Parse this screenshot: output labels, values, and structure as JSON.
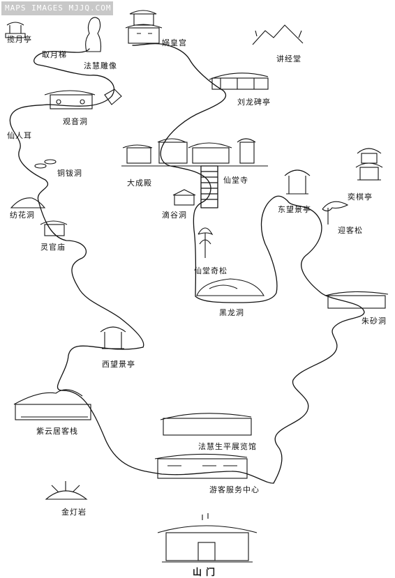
{
  "watermark": "MAPS IMAGES MJJQ.COM",
  "locations": {
    "lanyue_pavilion": "揽月亭",
    "quyue_ladder": "取月梯",
    "fahui_statue": "法慧雕像",
    "nvwa_palace": "娲皇宫",
    "jiangjing_hall": "讲经堂",
    "liulong_stele_pavilion": "刘龙碑亭",
    "guanyin_cave": "观音洞",
    "xianren_ear": "仙人耳",
    "tongluo_cave": "铜钹洞",
    "dacheng_hall": "大成殿",
    "xiantang_temple": "仙堂寺",
    "yiqi_pavilion": "奕棋亭",
    "dongwang_pavilion": "东望景亭",
    "yingke_pine": "迎客松",
    "fanghua_cave": "纺花洞",
    "lingguan_temple": "灵官庙",
    "digu_cave": "滴谷洞",
    "xiantang_pine": "仙堂奇松",
    "heilong_cave": "黑龙洞",
    "zhusha_cave": "朱砂洞",
    "xiwang_pavilion": "西望景亭",
    "ziyunju_inn": "紫云居客栈",
    "fahui_exhibition": "法慧生平展览馆",
    "visitor_center": "游客服务中心",
    "jindeng_rock": "金灯岩",
    "mountain_gate": "山门"
  },
  "colors": {
    "ink": "#111111",
    "paper": "#ffffff",
    "watermark_bg": "#c8c8c8"
  }
}
